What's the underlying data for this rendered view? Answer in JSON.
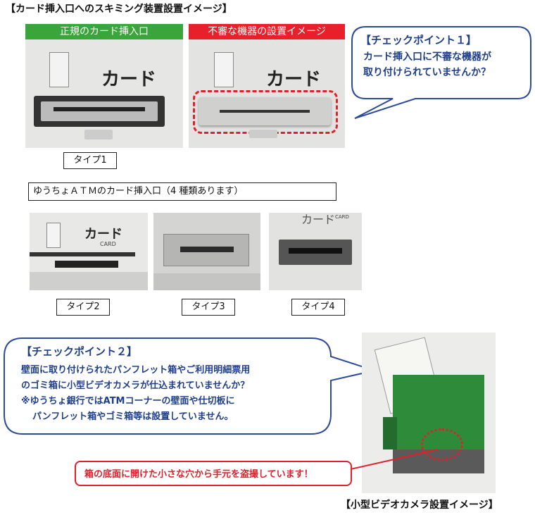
{
  "title": "【カード挿入口へのスキミング装置設置イメージ】",
  "photo_legit": {
    "header": "正規のカード挿入口",
    "header_color": "#3aa53a",
    "card_text": "カード"
  },
  "photo_suspect": {
    "header": "不審な機器の設置イメージ",
    "header_color": "#e8202a",
    "card_text": "カード"
  },
  "type1_label": "タイプ1",
  "checkpoint1": {
    "heading": "【チェックポイント１】",
    "line1": "カード挿入口に不審な機器が",
    "line2": "取り付けられていませんか？"
  },
  "atm_slots_heading": "ゆうちょＡＴＭのカード挿入口（4 種類あります）",
  "types": [
    {
      "label": "タイプ2",
      "card_text": "カード",
      "sub": "CARD"
    },
    {
      "label": "タイプ3"
    },
    {
      "label": "タイプ4",
      "card_text": "カード",
      "sub": "CARD"
    }
  ],
  "checkpoint2": {
    "heading": "【チェックポイント２】",
    "line1": "壁面に取り付けられたパンフレット箱やご利用明細票用",
    "line2": "のゴミ箱に小型ビデオカメラが仕込まれていませんか？",
    "line3": "※ゆうちょ銀行ではATMコーナーの壁面や仕切板に",
    "line4": "パンフレット箱やゴミ箱等は設置していません。"
  },
  "warning": "箱の底面に開けた小さな穴から手元を盗撮しています！",
  "camera_caption": "【小型ビデオカメラ設置イメージ】",
  "colors": {
    "bubble_stroke": "#2b4a9a",
    "bubble_text": "#1f3f8c",
    "alert_red": "#e0202a",
    "box_green": "#2e8b3a"
  }
}
